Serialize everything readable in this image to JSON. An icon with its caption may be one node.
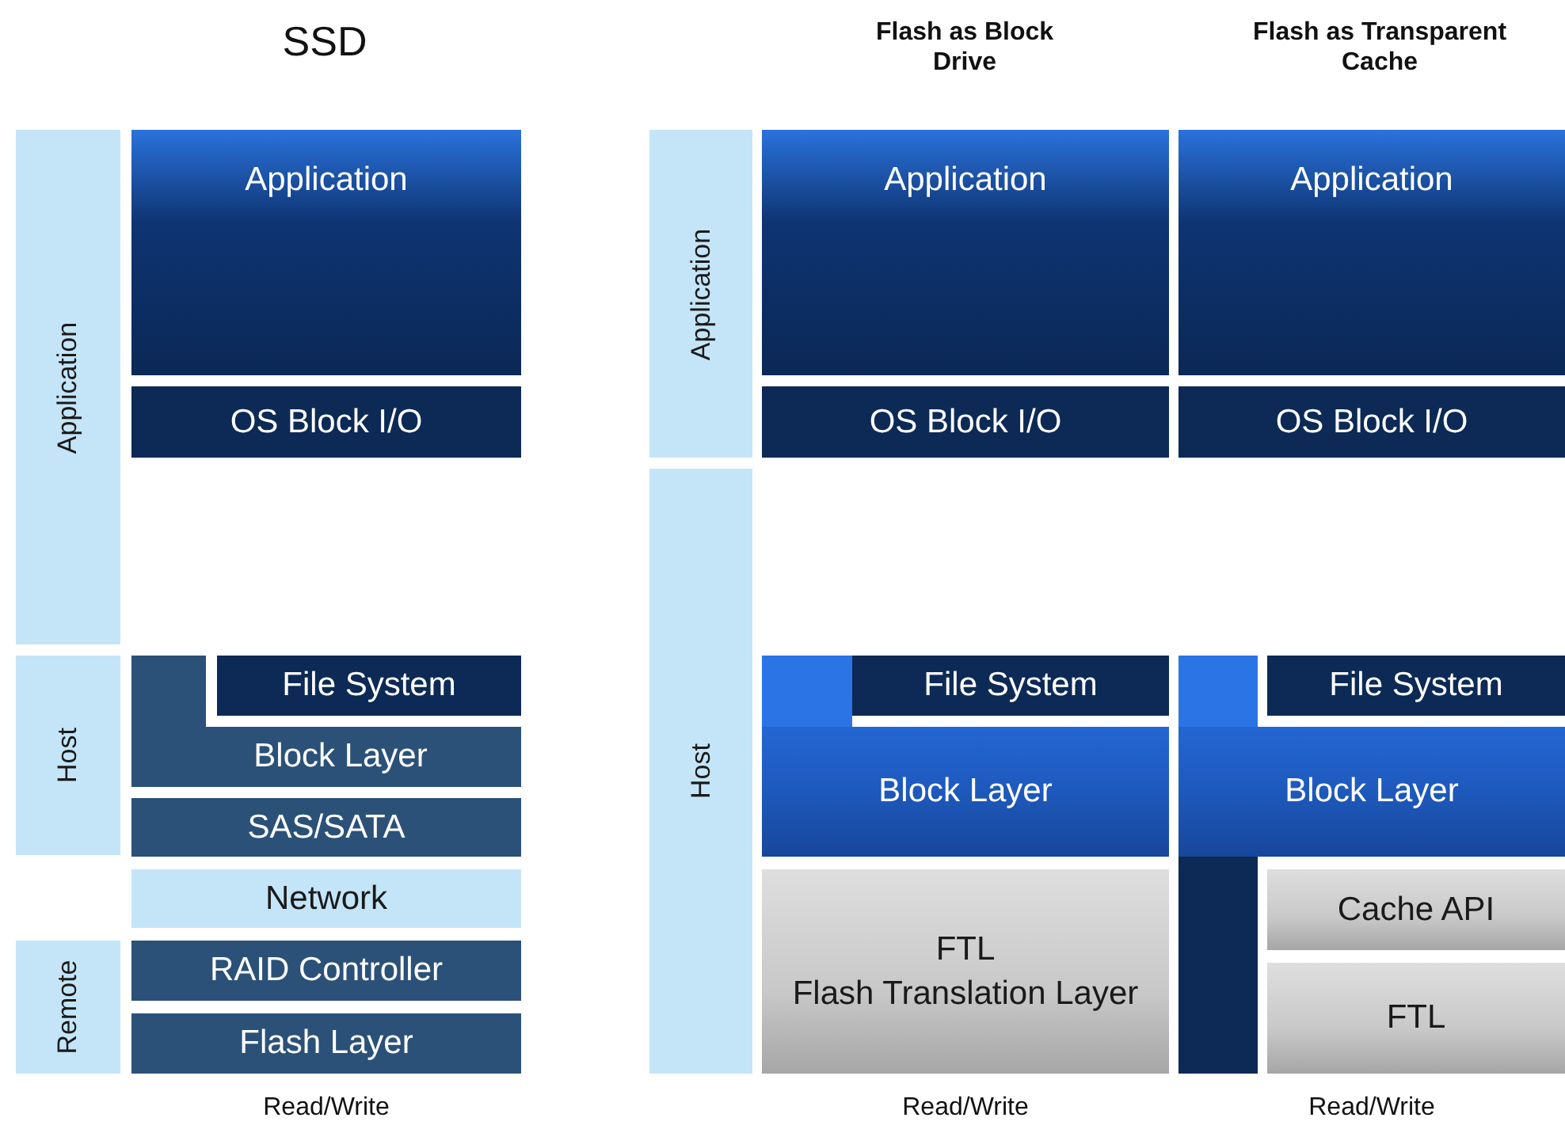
{
  "diagram": {
    "nodes": [
      {
        "text": [
          "Application"
        ]
      },
      {
        "text": [
          "Host"
        ]
      },
      {
        "text": [
          "Remote"
        ]
      },
      {
        "text": [
          "Application"
        ]
      },
      {
        "text": [
          "OS Block I/O"
        ]
      },
      {
        "text": [
          "File System"
        ]
      },
      {
        "text": [
          "Block Layer"
        ]
      },
      {
        "text": [
          "SAS/SATA"
        ]
      },
      {
        "text": [
          "Network"
        ]
      },
      {
        "text": [
          "RAID Controller"
        ]
      },
      {
        "text": [
          "Flash Layer"
        ]
      },
      {
        "text": [
          "Application"
        ]
      },
      {
        "text": [
          "Host"
        ]
      },
      {
        "text": [
          "Application"
        ]
      },
      {
        "text": [
          "OS Block I/O"
        ]
      },
      {
        "text": [
          "File System"
        ]
      },
      {
        "text": [
          "Block Layer"
        ]
      },
      {
        "text": [
          "FTL",
          "Flash Translation Layer"
        ]
      },
      {
        "text": [
          "Application"
        ]
      },
      {
        "text": [
          "OS Block I/O"
        ]
      },
      {
        "text": [
          "File System"
        ]
      },
      {
        "text": [
          "Block Layer"
        ]
      },
      {
        "text": [],
        "shape": "bar"
      },
      {
        "text": [
          "Cache API"
        ]
      },
      {
        "text": [
          "FTL"
        ]
      }
    ],
    "labels": [
      "SSD",
      "Flash as Block Drive",
      "Flash as Transparent Cache",
      "Read/Write",
      "Read/Write",
      "Read/Write"
    ]
  }
}
